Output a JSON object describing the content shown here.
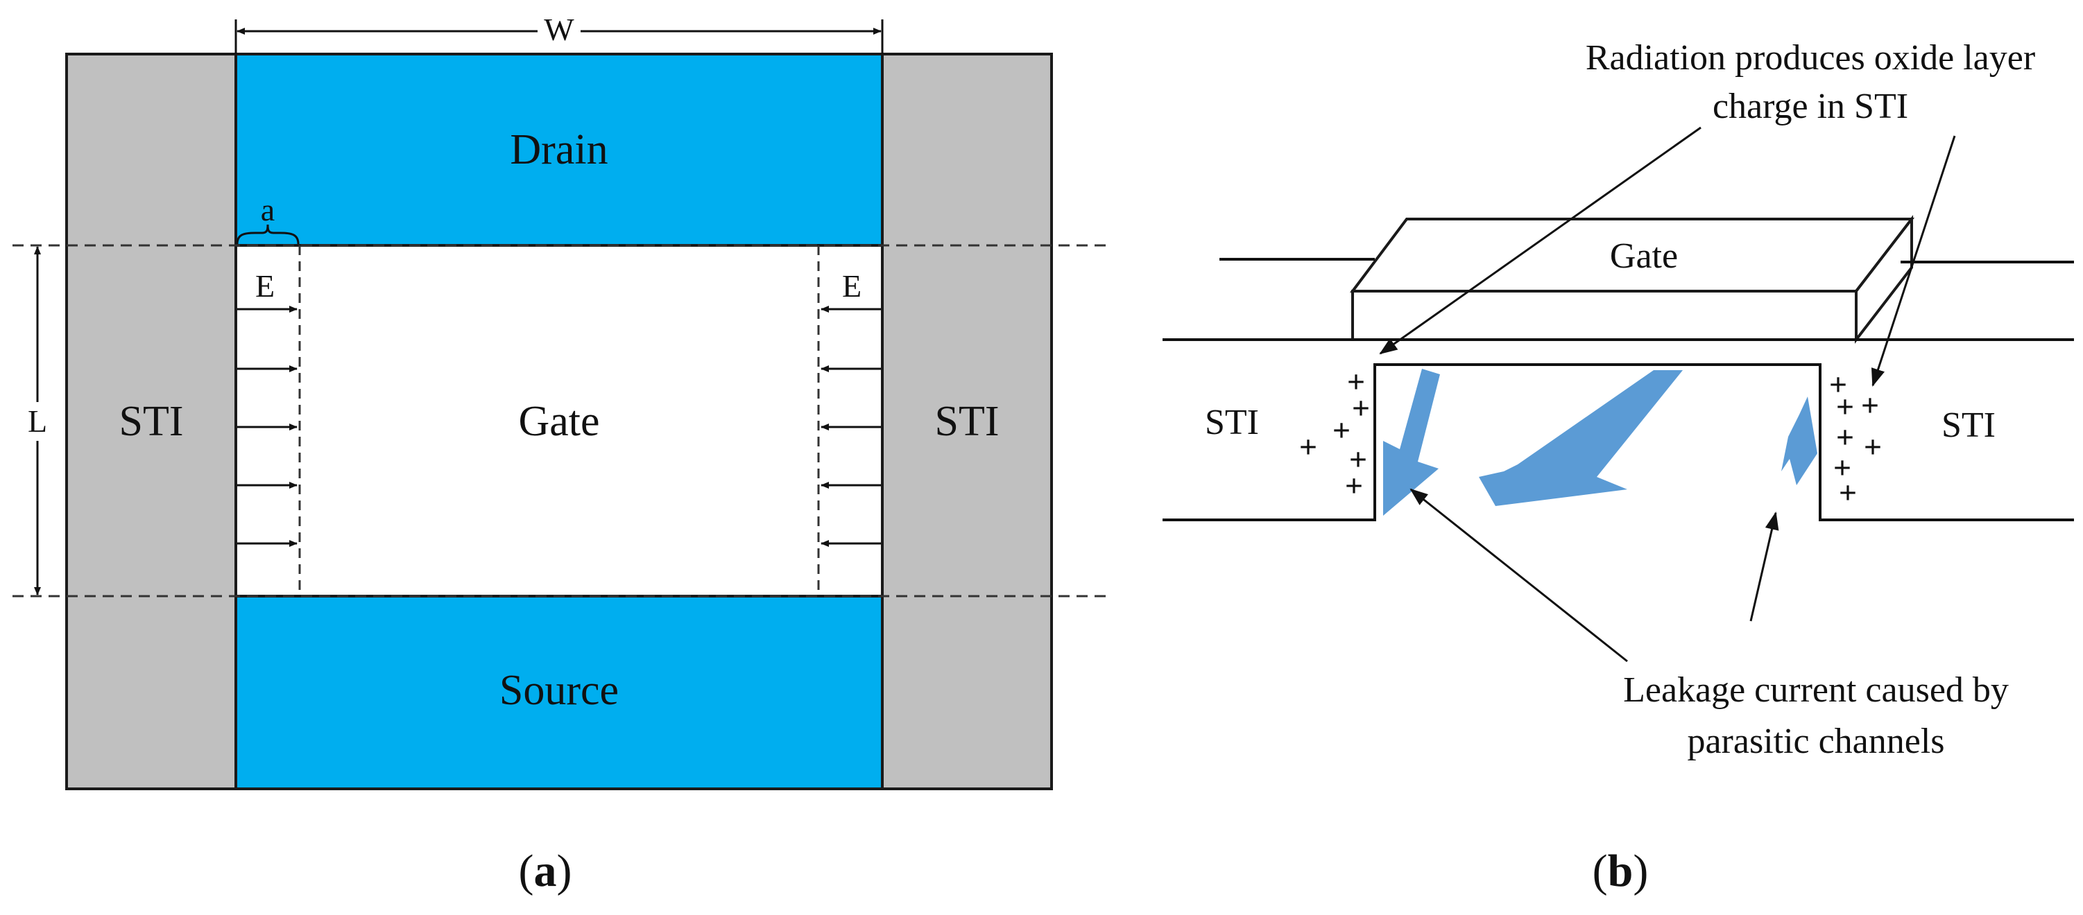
{
  "panel_a": {
    "dimension_width": "W",
    "dimension_length": "L",
    "dimension_edge": "a",
    "field_label_left": "E",
    "field_label_right": "E",
    "drain": "Drain",
    "gate": "Gate",
    "source": "Source",
    "sti_left": "STI",
    "sti_right": "STI",
    "caption_open": "(",
    "caption_letter": "a",
    "caption_close": ")"
  },
  "panel_b": {
    "gate": "Gate",
    "sti_left": "STI",
    "sti_right": "STI",
    "charge_symbol": "+",
    "annotation_top": [
      "Radiation produces oxide layer",
      "charge in STI"
    ],
    "annotation_bottom": [
      "Leakage current caused by",
      "parasitic channels"
    ],
    "caption_open": "(",
    "caption_letter": "b",
    "caption_close": ")"
  },
  "colors": {
    "silicon_blue": "#00AEEF",
    "sti_gray": "#C0C0C0",
    "leakage_arrow": "#5B9BD5",
    "outline": "#1A1A1A"
  }
}
